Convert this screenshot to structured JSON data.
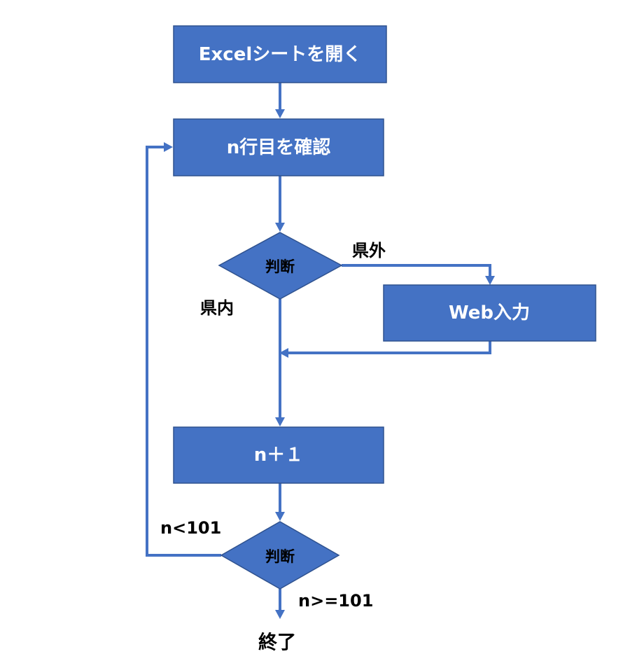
{
  "nodes": {
    "open_excel": "Excelシートを開く",
    "check_row": "n行目を確認",
    "decision_1": "判断",
    "web_input": "Web入力",
    "increment": "n＋１",
    "decision_2": "判断",
    "end": "終了"
  },
  "edges": {
    "outside_prefecture": "県外",
    "inside_prefecture": "県内",
    "loop_condition": "n<101",
    "exit_condition": "n>=101"
  },
  "colors": {
    "node_fill": "#4472c4",
    "node_border": "#2f528f",
    "edge": "#4472c4",
    "node_text": "#ffffff",
    "label_text": "#000000"
  }
}
